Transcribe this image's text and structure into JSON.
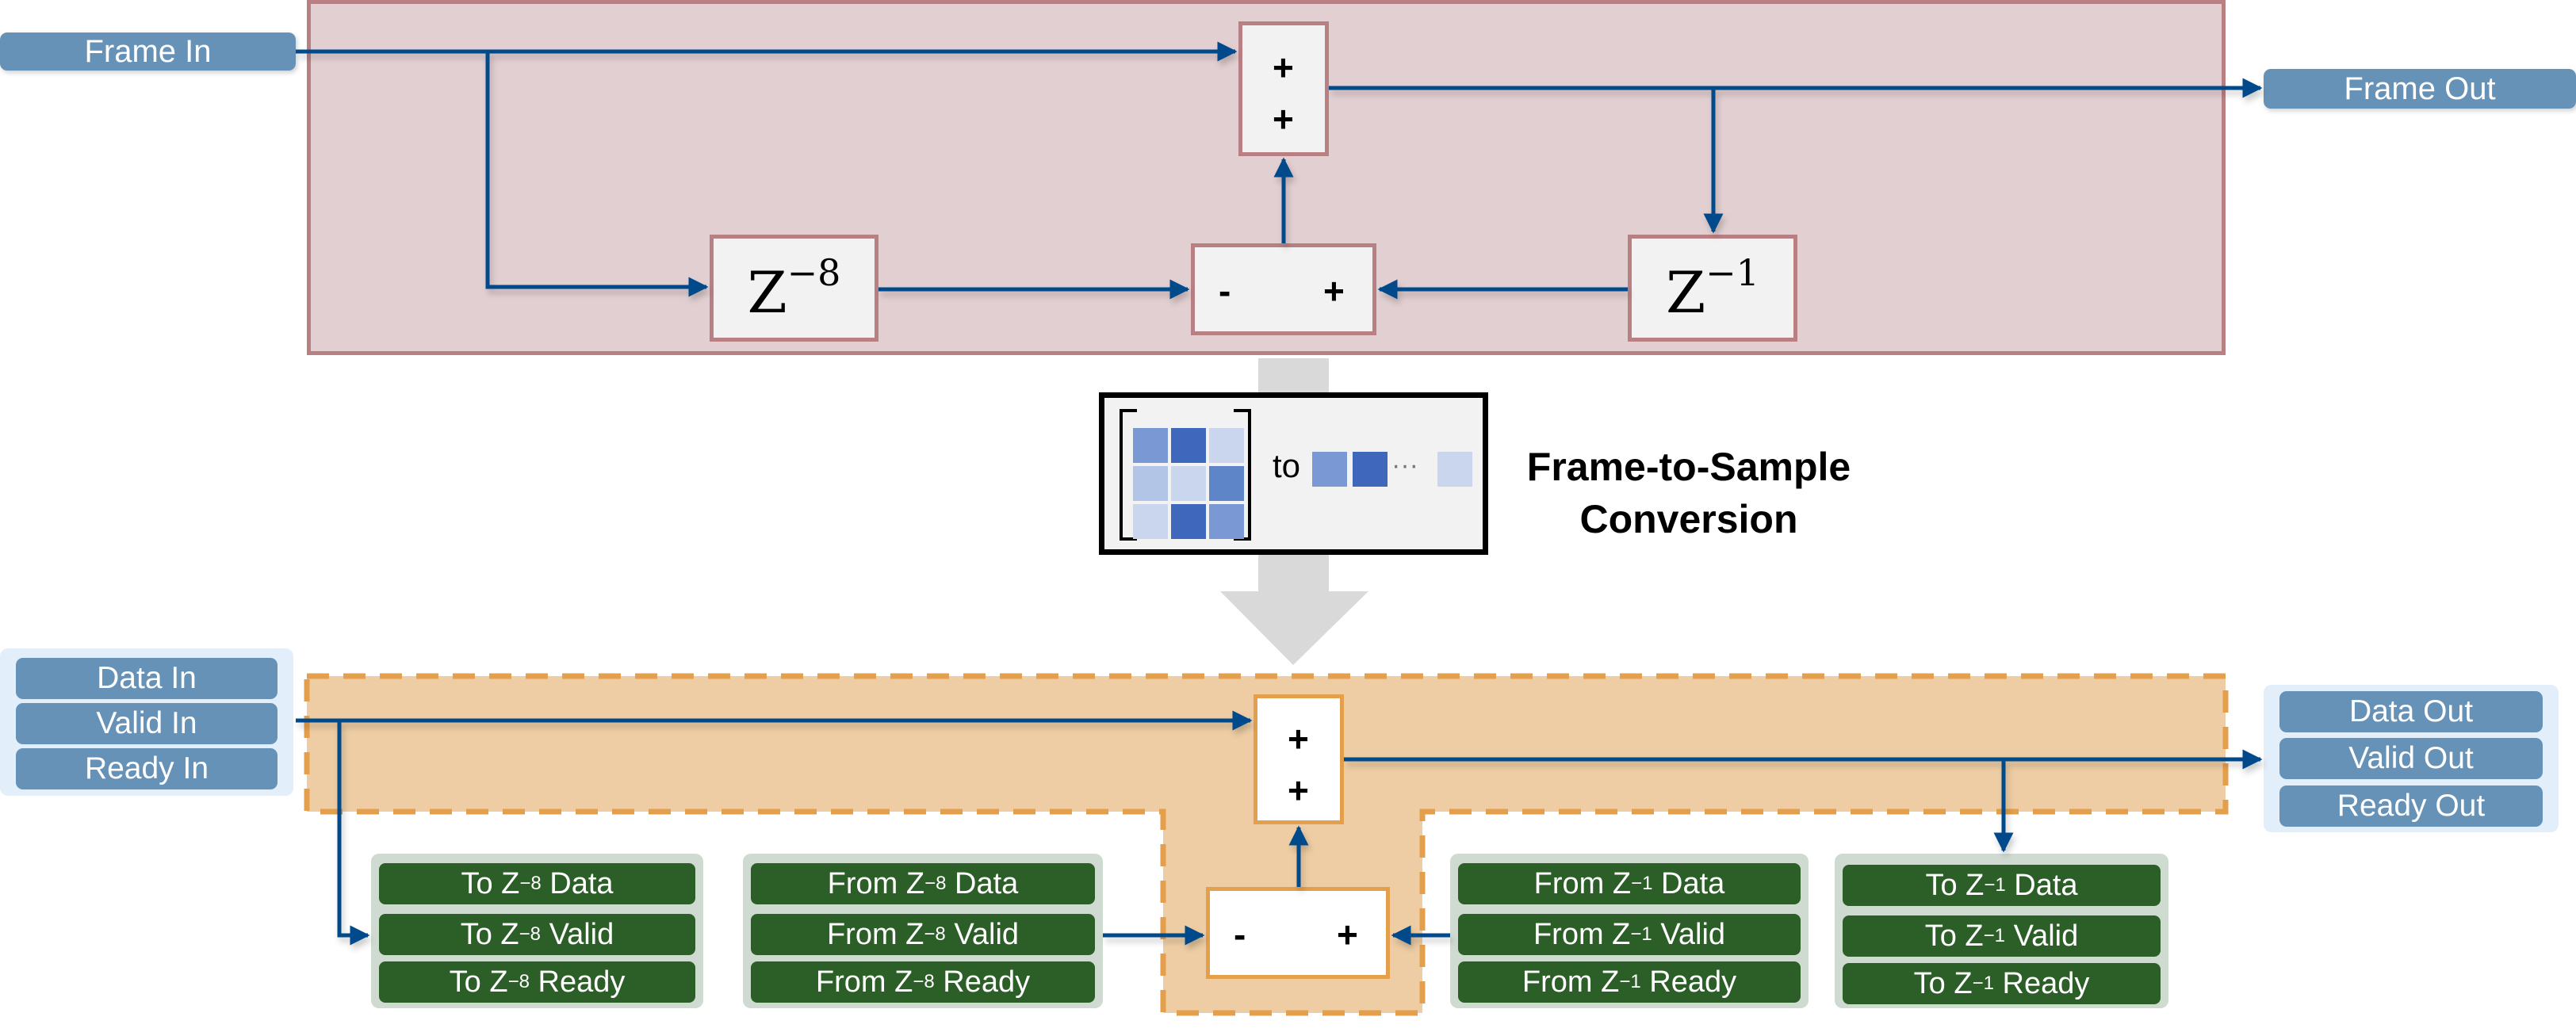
{
  "colors": {
    "wire": "#064a8a",
    "port": "#6792b8",
    "top_region_fill": "#e2cfd1",
    "top_region_border": "#b98083",
    "bottom_region_fill": "#eecda4",
    "bottom_region_border": "#e49f4c",
    "green_item": "#2c5e27",
    "green_group": "#cfdad0",
    "conversion_arrow": "#d9d9d9",
    "matrix_cells": [
      "#7a98d3",
      "#3f68bd",
      "#c9d6ee",
      "#b3c5e6",
      "#c9d6ee",
      "#5f85c9",
      "#c9d6ee",
      "#3f68bd",
      "#7a98d3"
    ]
  },
  "frame_domain": {
    "input_port": "Frame In",
    "output_port": "Frame Out",
    "adder": {
      "signs": [
        "+",
        "+"
      ]
    },
    "subtractor": {
      "signs": [
        "-",
        "+"
      ]
    },
    "delay_8": {
      "base": "Z",
      "exponent": "−8"
    },
    "delay_1": {
      "base": "Z",
      "exponent": "−1"
    }
  },
  "conversion": {
    "to_label": "to",
    "ellipsis": "···",
    "title_line1": "Frame-to-Sample",
    "title_line2": "Conversion",
    "sample_cells": [
      "#7a98d3",
      "#3f68bd",
      "#c9d6ee"
    ]
  },
  "sample_domain": {
    "inputs": [
      "Data In",
      "Valid In",
      "Ready In"
    ],
    "outputs": [
      "Data Out",
      "Valid Out",
      "Ready Out"
    ],
    "adder": {
      "signs": [
        "+",
        "+"
      ]
    },
    "subtractor": {
      "signs": [
        "-",
        "+"
      ]
    },
    "to_z8": [
      {
        "pre": "To Z",
        "exp": "−8",
        "post": " Data"
      },
      {
        "pre": "To Z",
        "exp": "−8",
        "post": " Valid"
      },
      {
        "pre": "To Z",
        "exp": "−8",
        "post": " Ready"
      }
    ],
    "from_z8": [
      {
        "pre": "From Z",
        "exp": "−8",
        "post": " Data"
      },
      {
        "pre": "From Z",
        "exp": "−8",
        "post": " Valid"
      },
      {
        "pre": "From Z",
        "exp": "−8",
        "post": " Ready"
      }
    ],
    "from_z1": [
      {
        "pre": "From Z",
        "exp": "−1",
        "post": " Data"
      },
      {
        "pre": "From Z",
        "exp": "−1",
        "post": " Valid"
      },
      {
        "pre": "From Z",
        "exp": "−1",
        "post": " Ready"
      }
    ],
    "to_z1": [
      {
        "pre": "To Z",
        "exp": "−1",
        "post": " Data"
      },
      {
        "pre": "To Z",
        "exp": "−1",
        "post": " Valid"
      },
      {
        "pre": "To Z",
        "exp": "−1",
        "post": " Ready"
      }
    ]
  }
}
